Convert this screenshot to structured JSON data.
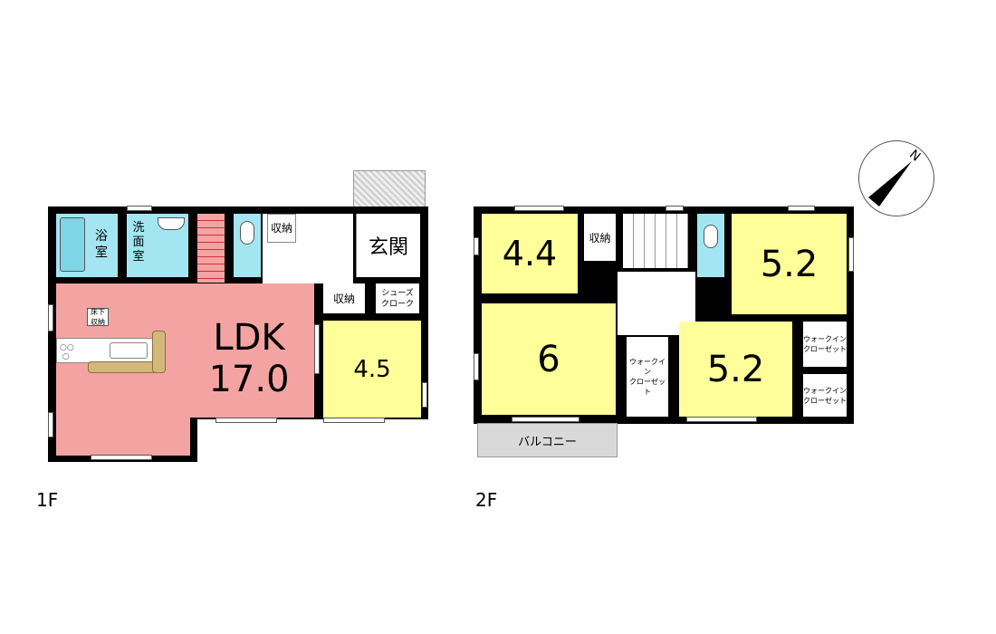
{
  "floor1": {
    "label": "1F",
    "rooms": {
      "bath": "浴室",
      "washroom": "洗面室",
      "storage": "収納",
      "entrance": "玄関",
      "storage2": "収納",
      "shoe_closet": "シューズ\nクローク",
      "underfloor": "床下\n収納",
      "ldk_name": "LDK",
      "ldk_size": "17.0",
      "room_4_5": "4.5"
    }
  },
  "floor2": {
    "label": "2F",
    "rooms": {
      "room_4_4": "4.4",
      "storage": "収納",
      "room_5_2_top": "5.2",
      "room_6": "6",
      "wic_center": "ウォークイン\nクローゼット",
      "room_5_2_bottom": "5.2",
      "wic_right_top": "ウォークイン\nクローゼット",
      "wic_right_bottom": "ウォークイン\nクローゼット",
      "balcony": "バルコニー"
    }
  },
  "compass": {
    "north": "N"
  },
  "colors": {
    "ldk": "#f4a3a3",
    "room": "#ffff99",
    "wet": "#a3e6f2",
    "island": "#d4b87a",
    "balcony": "#d9d9d9"
  }
}
